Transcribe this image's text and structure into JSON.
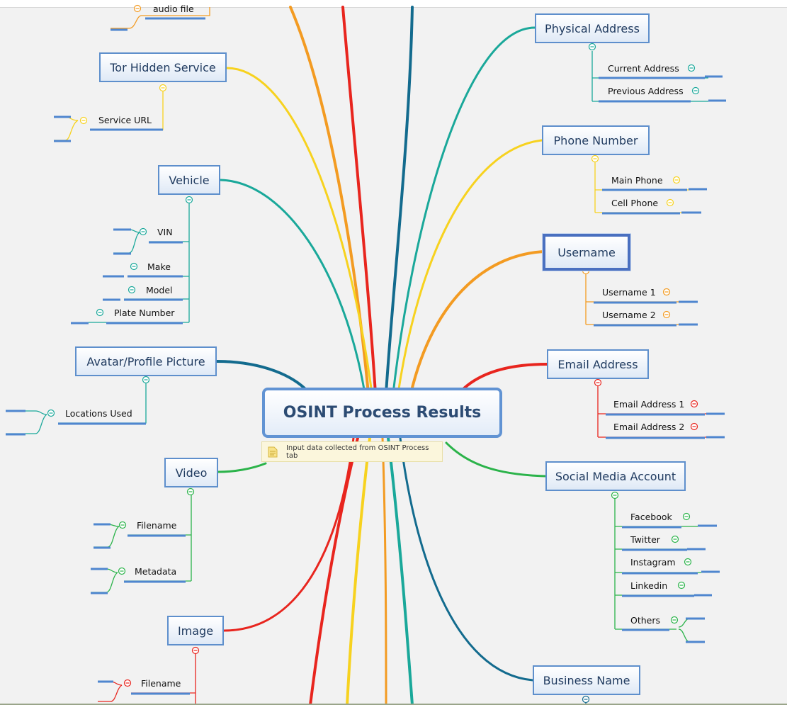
{
  "central_topic": "OSINT Process Results",
  "note": "Input data collected from OSINT Process tab",
  "top_partial_label": "audio file",
  "left_topics": {
    "tor_hidden_service": {
      "label": "Tor Hidden Service",
      "children": [
        "Service URL"
      ]
    },
    "vehicle": {
      "label": "Vehicle",
      "children": [
        "VIN",
        "Make",
        "Model",
        "Plate Number"
      ]
    },
    "avatar": {
      "label": "Avatar/Profile Picture",
      "children": [
        "Locations Used"
      ]
    },
    "video": {
      "label": "Video",
      "children": [
        "Filename",
        "Metadata"
      ]
    },
    "image": {
      "label": "Image",
      "children": [
        "Filename"
      ]
    }
  },
  "right_topics": {
    "physical_address": {
      "label": "Physical Address",
      "children": [
        "Current Address",
        "Previous Address"
      ]
    },
    "phone_number": {
      "label": "Phone Number",
      "children": [
        "Main Phone",
        "Cell Phone"
      ]
    },
    "username": {
      "label": "Username",
      "children": [
        "Username 1",
        "Username 2"
      ]
    },
    "email_address": {
      "label": "Email Address",
      "children": [
        "Email Address 1",
        "Email Address 2"
      ]
    },
    "social_media": {
      "label": "Social Media Account",
      "children": [
        "Facebook",
        "Twitter",
        "Instagram",
        "Linkedin",
        "Others"
      ]
    },
    "business_name": {
      "label": "Business Name",
      "children": []
    }
  },
  "colors": {
    "orange": "#f39b22",
    "red": "#e8251e",
    "blue": "#136b8e",
    "teal": "#1aa89a",
    "yellow": "#f7d21f",
    "green": "#2bb34a",
    "topic_border": "#5e8fcc",
    "subline": "#4f86cf"
  }
}
